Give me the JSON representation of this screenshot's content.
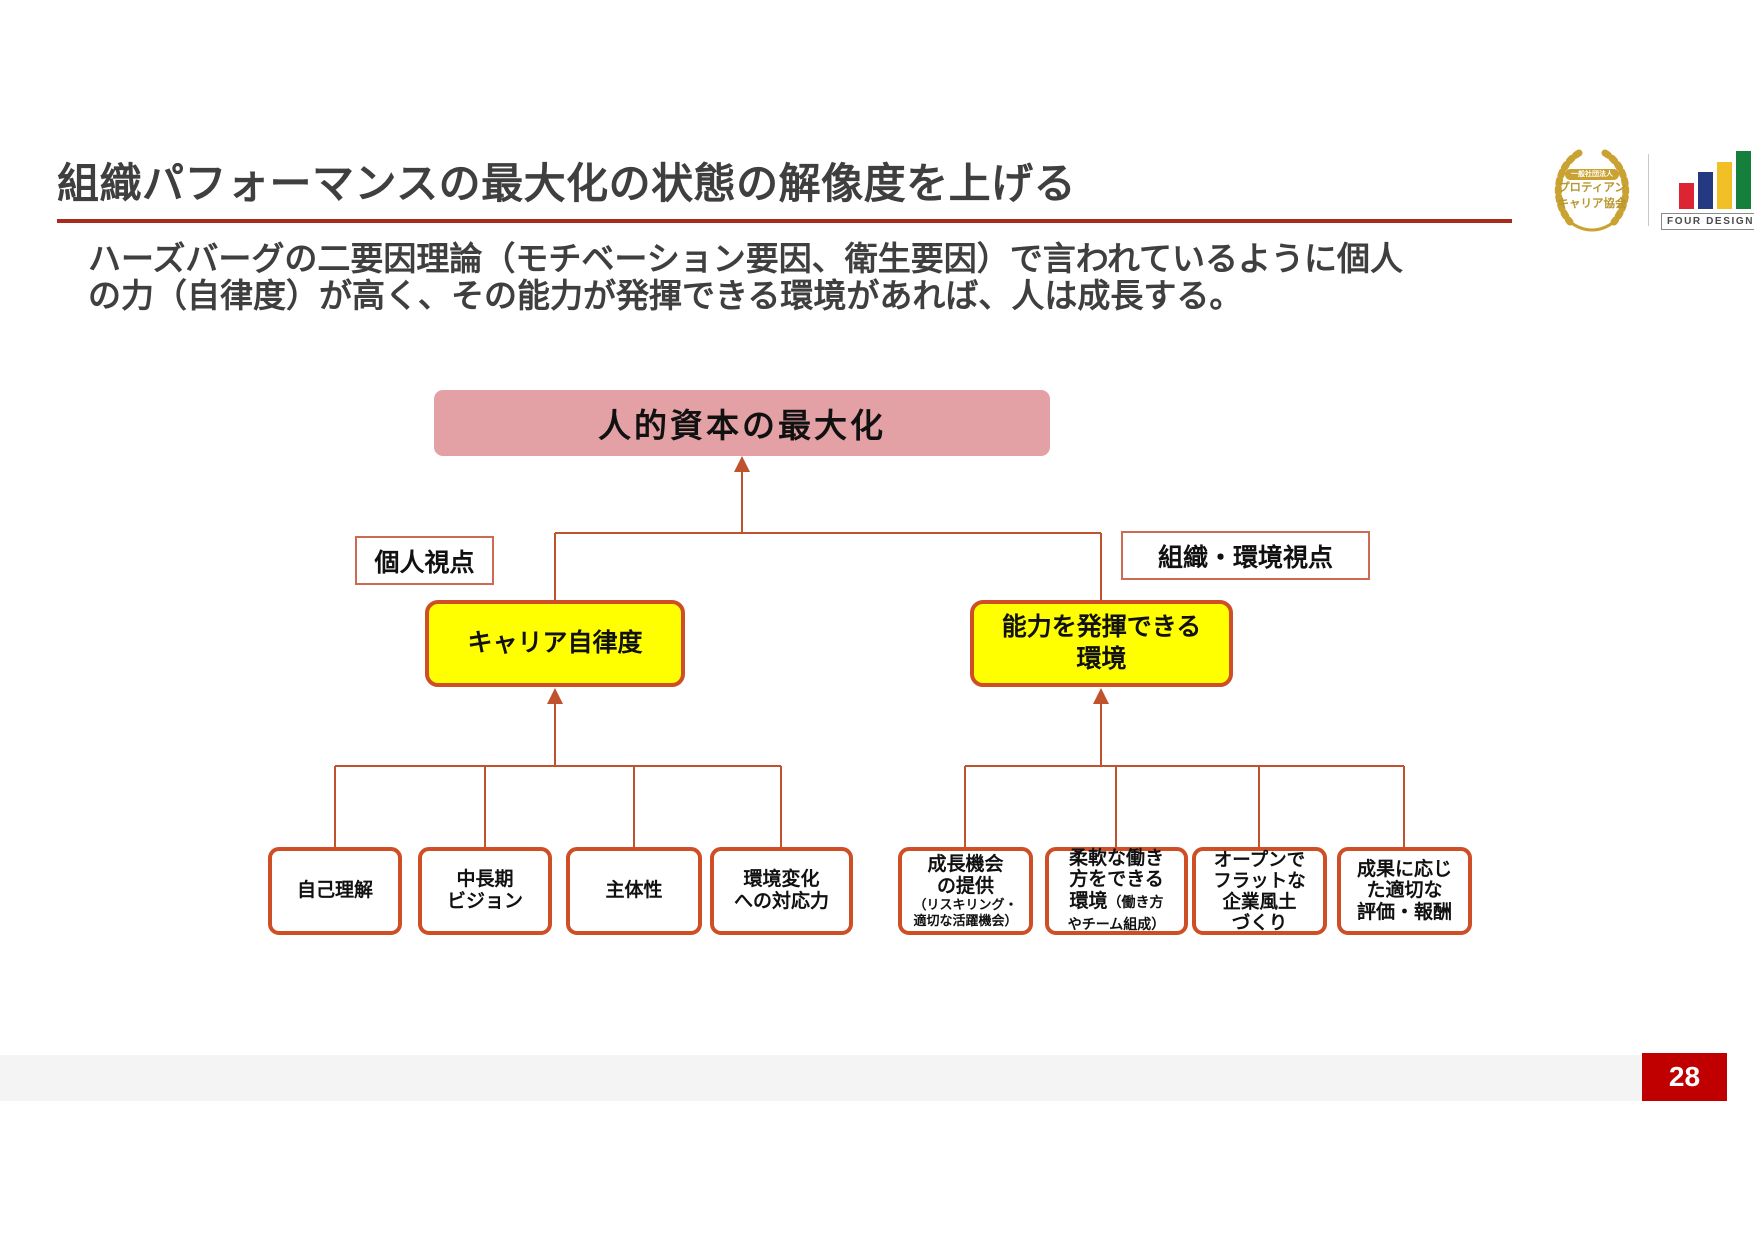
{
  "slide": {
    "title": "組織パフォーマンスの最大化の状態の解像度を上げる",
    "body_line1": "ハーズバーグの二要因理論（モチベーション要因、衛生要因）で言われているように個人",
    "body_line2": "の力（自律度）が高く、その能力が発揮できる環境があれば、人は成長する。",
    "page_number": "28"
  },
  "logos": {
    "protean": {
      "org_badge": "一般社団法人",
      "line1": "プロティアン",
      "line2": "キャリア協会"
    },
    "four_designs": {
      "label": "FOUR DESIGNS"
    }
  },
  "diagram": {
    "root": "人的資本の最大化",
    "left_label": "個人視点",
    "right_label": "組織・環境視点",
    "left_node": "キャリア自律度",
    "right_node": "能力を発揮できる\n環境",
    "left_children": [
      "自己理解",
      "中長期\nビジョン",
      "主体性",
      "環境変化\nへの対応力"
    ],
    "right_children": [
      {
        "main": "成長機会\nの提供",
        "sub": "（リスキリング・\n適切な活躍機会）"
      },
      {
        "main": "柔軟な働き\n方をできる\n環境",
        "sub": "（働き方\nやチーム組成）"
      },
      {
        "main": "オープンで\nフラットな\n企業風土\nづくり",
        "sub": ""
      },
      {
        "main": "成果に応じ\nた適切な\n評価・報酬",
        "sub": ""
      }
    ],
    "colors": {
      "accent_underline": "#a72c1e",
      "connector": "#c0522d",
      "node_border": "#ce4f26",
      "node_fill": "#ffff00",
      "root_fill": "#e3a1a6",
      "page_badge": "#c00000",
      "footer_bar": "#f4f4f5",
      "logo_gold": "#c9a232"
    }
  }
}
